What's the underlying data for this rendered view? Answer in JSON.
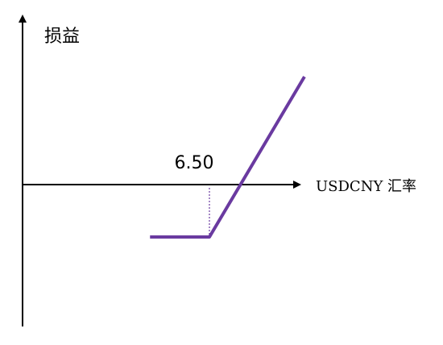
{
  "chart_data": {
    "type": "line",
    "ylabel": "损益",
    "xlabel": "USDCNY 汇率",
    "annotation": "6.50",
    "strike": 6.5,
    "series": [
      {
        "x": [
          6.0,
          6.5,
          7.3
        ],
        "y": [
          -1.0,
          -1.0,
          2.06
        ]
      }
    ],
    "line_color": "#6a3aa0",
    "axis_color": "#000000",
    "grid": false
  }
}
